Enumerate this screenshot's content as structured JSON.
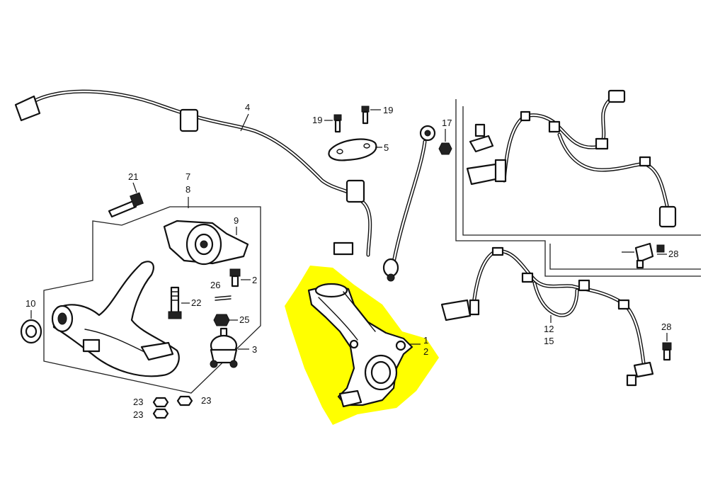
{
  "highlight_color": "#FFFF00",
  "labels": {
    "l1": "1",
    "l2": "2",
    "l3": "3",
    "l4": "4",
    "l5": "5",
    "l7": "7",
    "l8": "8",
    "l9": "9",
    "l10": "10",
    "l12": "12",
    "l15": "15",
    "l17": "17",
    "l19a": "19",
    "l19b": "19",
    "l21": "21",
    "l22": "22",
    "l23a": "23",
    "l23b": "23",
    "l23c": "23",
    "l25": "25",
    "l26": "26",
    "l2x": "2",
    "l28a": "28",
    "l28b": "28"
  }
}
